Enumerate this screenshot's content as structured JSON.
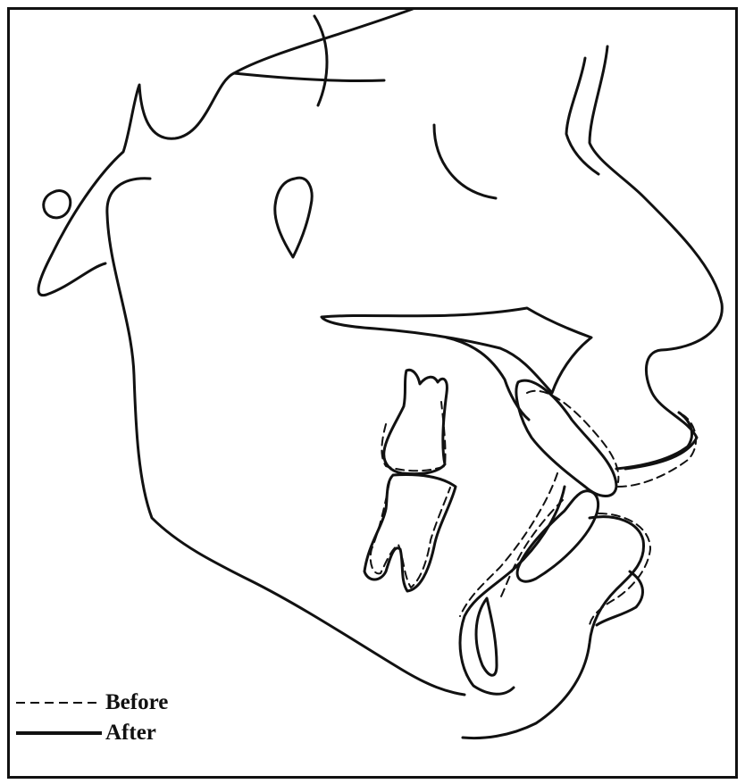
{
  "legend": {
    "items": [
      {
        "label": "Before",
        "line_style": "dashed"
      },
      {
        "label": "After",
        "line_style": "solid"
      }
    ]
  },
  "colors": {
    "line": "#111111",
    "background": "#ffffff"
  }
}
